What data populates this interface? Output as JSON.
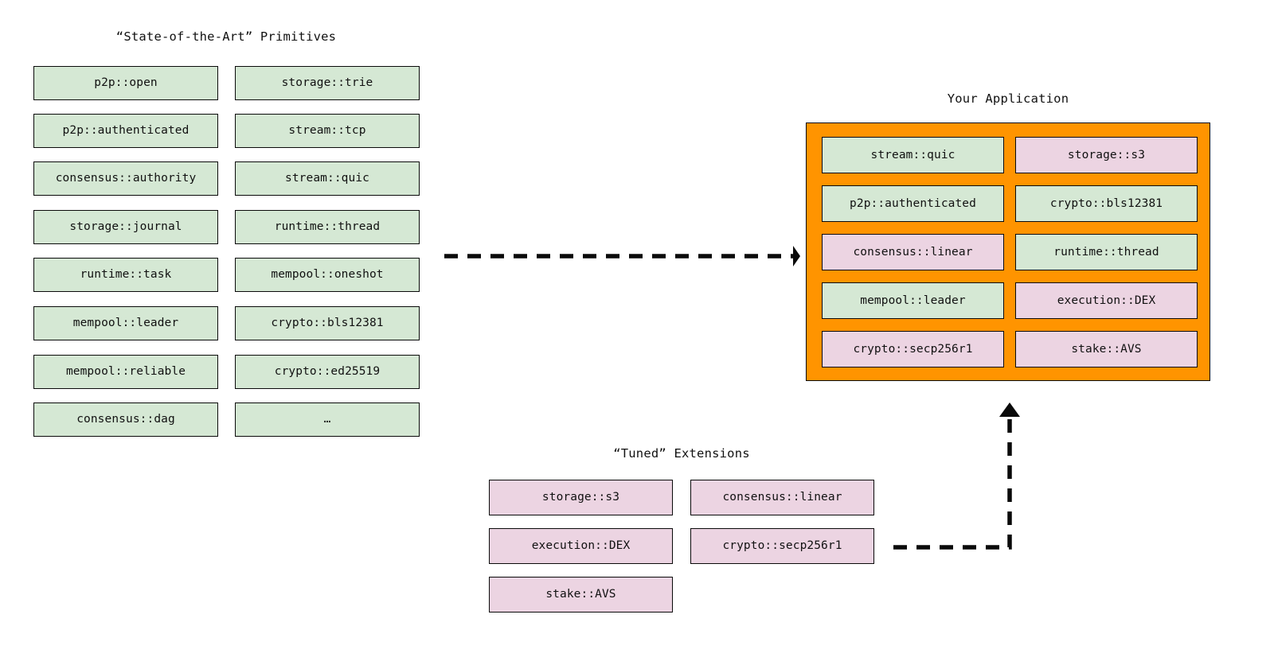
{
  "diagram": {
    "background": "#ffffff",
    "colors": {
      "primitive_green": "#d5e8d4",
      "extension_pink": "#ecd4e2",
      "application_orange": "#ff9400",
      "stroke": "#0a0a0a"
    }
  },
  "primitives": {
    "title": "“State-of-the-Art” Primitives",
    "column_left": [
      {
        "label": "p2p::open",
        "color": "green"
      },
      {
        "label": "p2p::authenticated",
        "color": "green"
      },
      {
        "label": "consensus::authority",
        "color": "green"
      },
      {
        "label": "storage::journal",
        "color": "green"
      },
      {
        "label": "runtime::task",
        "color": "green"
      },
      {
        "label": "mempool::leader",
        "color": "green"
      },
      {
        "label": "mempool::reliable",
        "color": "green"
      },
      {
        "label": "consensus::dag",
        "color": "green"
      }
    ],
    "column_right": [
      {
        "label": "storage::trie",
        "color": "green"
      },
      {
        "label": "stream::tcp",
        "color": "green"
      },
      {
        "label": "stream::quic",
        "color": "green"
      },
      {
        "label": "runtime::thread",
        "color": "green"
      },
      {
        "label": "mempool::oneshot",
        "color": "green"
      },
      {
        "label": "crypto::bls12381",
        "color": "green"
      },
      {
        "label": "crypto::ed25519",
        "color": "green"
      },
      {
        "label": "…",
        "color": "green"
      }
    ]
  },
  "extensions": {
    "title": "“Tuned” Extensions",
    "column_left": [
      {
        "label": "storage::s3",
        "color": "pink"
      },
      {
        "label": "execution::DEX",
        "color": "pink"
      },
      {
        "label": "stake::AVS",
        "color": "pink"
      }
    ],
    "column_right": [
      {
        "label": "consensus::linear",
        "color": "pink"
      },
      {
        "label": "crypto::secp256r1",
        "color": "pink"
      }
    ]
  },
  "application": {
    "title": "Your Application",
    "column_left": [
      {
        "label": "stream::quic",
        "color": "green"
      },
      {
        "label": "p2p::authenticated",
        "color": "green"
      },
      {
        "label": "consensus::linear",
        "color": "pink"
      },
      {
        "label": "mempool::leader",
        "color": "green"
      },
      {
        "label": "crypto::secp256r1",
        "color": "pink"
      }
    ],
    "column_right": [
      {
        "label": "storage::s3",
        "color": "pink"
      },
      {
        "label": "crypto::bls12381",
        "color": "green"
      },
      {
        "label": "runtime::thread",
        "color": "green"
      },
      {
        "label": "execution::DEX",
        "color": "pink"
      },
      {
        "label": "stake::AVS",
        "color": "pink"
      }
    ]
  },
  "connectors": [
    {
      "name": "primitives-to-application",
      "style": "dashed",
      "direction": "right"
    },
    {
      "name": "extensions-to-application",
      "style": "dashed",
      "direction": "up"
    }
  ]
}
